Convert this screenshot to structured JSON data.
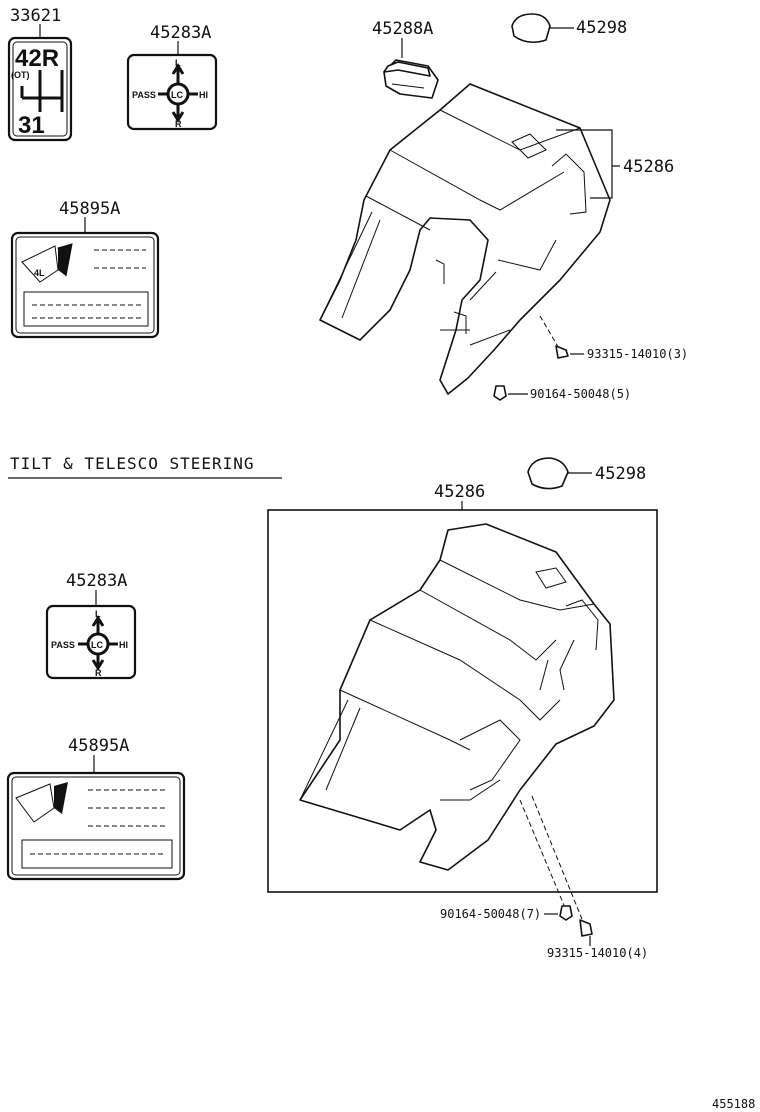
{
  "section_title": "TILT & TELESCO STEERING",
  "diagram_id": "455188",
  "top": {
    "shift_label": {
      "part_no": "33621",
      "row1": "42R",
      "row2": "31",
      "small": "(OT)"
    },
    "switch_label": {
      "part_no": "45283A",
      "left": "PASS",
      "center": "LC",
      "right": "HI",
      "top": "L",
      "bottom": "R"
    },
    "caution_label": {
      "part_no": "45895A",
      "icon_text": "4L"
    },
    "cover_upper_part": "45288A",
    "cap_part": "45298",
    "column_cover_part": "45286",
    "screw_part": "93315-14010(3)",
    "clip_part": "90164-50048(5)"
  },
  "bottom": {
    "switch_label": {
      "part_no": "45283A",
      "left": "PASS",
      "center": "LC",
      "right": "HI",
      "top": "L",
      "bottom": "R"
    },
    "caution_label": {
      "part_no": "45895A"
    },
    "cap_part": "45298",
    "column_cover_part": "45286",
    "clip_part": "90164-50048(7)",
    "screw_part": "93315-14010(4)"
  }
}
